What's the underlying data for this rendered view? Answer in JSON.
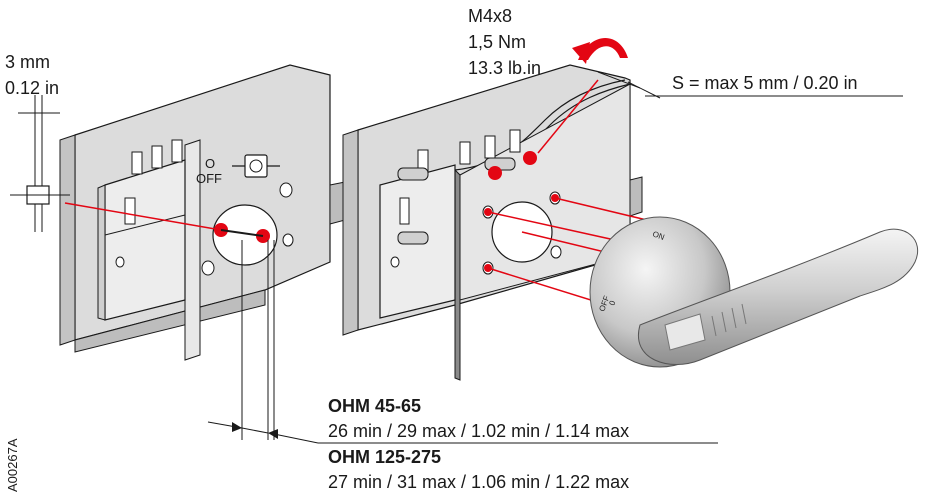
{
  "clearance": {
    "line1": "3 mm",
    "line2": "0.12 in"
  },
  "screw": {
    "size": "M4x8",
    "torque_nm": "1,5 Nm",
    "torque_lbin": "13.3 lb.in"
  },
  "thickness": "S = max 5 mm / 0.20 in",
  "switch_marks": {
    "o": "O",
    "off": "OFF"
  },
  "handle_marks": {
    "on": "ON",
    "off": "OFF",
    "zero": "0"
  },
  "shaft_lengths": [
    {
      "model": "OHM 45-65",
      "dims": "26 min / 29 max / 1.02 min / 1.14 max"
    },
    {
      "model": "OHM 125-275",
      "dims": "27 min / 31 max / 1.06 min / 1.22 max"
    }
  ],
  "figure_id": "A00267A",
  "colors": {
    "accent": "#e30613",
    "panel": "#d9d9d9",
    "panel_dark": "#bdbdbd",
    "line": "#1a1a1a"
  }
}
